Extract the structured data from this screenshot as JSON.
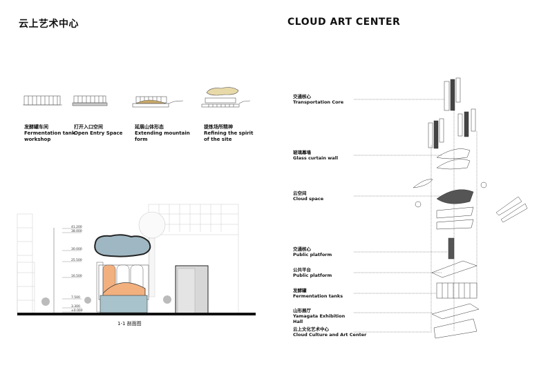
{
  "title_zh": "云上艺术中心",
  "title_en": "CLOUD ART CENTER",
  "evolution": [
    {
      "zh": "发酵罐车间",
      "en": "Fermentation tank workshop"
    },
    {
      "zh": "打开入口空间",
      "en": "Open Entry Space"
    },
    {
      "zh": "延展山体形态",
      "en": "Extending mountain form"
    },
    {
      "zh": "提炼场所精神",
      "en": "Refining the spirit of the site"
    }
  ],
  "section": {
    "caption": "1-1 剖面图",
    "elevations": [
      "41.200",
      "38.000",
      "30.000",
      "25.500",
      "16.500",
      "7.500",
      "3.300",
      "±0.000"
    ]
  },
  "axon_labels": [
    {
      "zh": "交通核心",
      "en": "Transportation Core"
    },
    {
      "zh": "玻璃幕墙",
      "en": "Glass curtain wall"
    },
    {
      "zh": "云空间",
      "en": "Cloud space"
    },
    {
      "zh": "交通核心",
      "en": "Public platform"
    },
    {
      "zh": "公共平台",
      "en": "Public platform"
    },
    {
      "zh": "发酵罐",
      "en": "Fermentation tanks"
    },
    {
      "zh": "山形展厅",
      "en": "Yamagata Exhibition Hall"
    },
    {
      "zh": "云上文化艺术中心",
      "en": "Cloud Culture and Art Center"
    }
  ],
  "colors": {
    "cloud": "#9fb7c2",
    "tank_orange": "#f2b07f",
    "base_blue": "#a9c3cc",
    "mountain": "#c8a86a",
    "cloud_beige": "#e8d9a8"
  }
}
